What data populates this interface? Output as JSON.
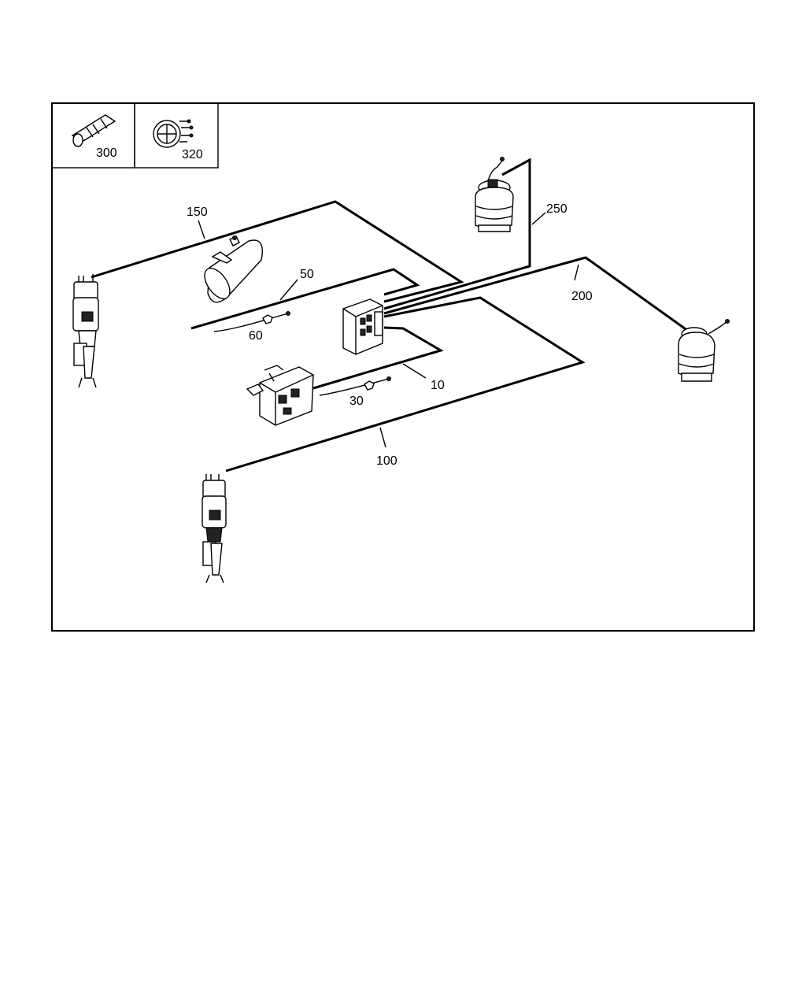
{
  "callouts": {
    "c300": "300",
    "c320": "320",
    "c150": "150",
    "c250": "250",
    "c50": "50",
    "c60": "60",
    "c200": "200",
    "c10": "10",
    "c30": "30",
    "c100": "100"
  }
}
